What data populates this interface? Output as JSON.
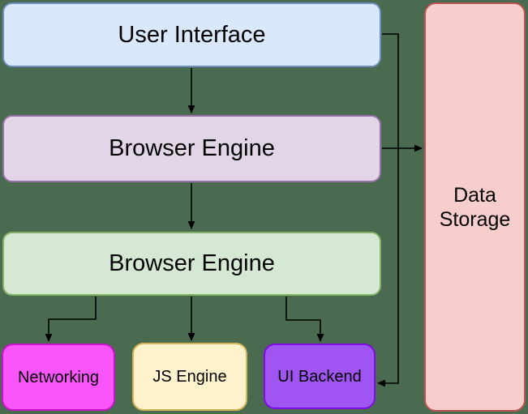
{
  "canvas": {
    "background": "#4a6b50",
    "arrow_color": "#000000",
    "text_color": "#000000"
  },
  "nodes": {
    "user_interface": {
      "label": "User Interface",
      "fill": "#dae8fc",
      "border": "#6c8ebf"
    },
    "browser_engine_top": {
      "label": "Browser Engine",
      "fill": "#e1d5e7",
      "border": "#9673a6"
    },
    "browser_engine_mid": {
      "label": "Browser Engine",
      "fill": "#d5e8d4",
      "border": "#82b366"
    },
    "networking": {
      "label": "Networking",
      "fill": "#fa55fa",
      "border": "#c913c9"
    },
    "js_engine": {
      "label": "JS Engine",
      "fill": "#fff2cc",
      "border": "#d6b656"
    },
    "ui_backend": {
      "label": "UI Backend",
      "fill": "#a055f2",
      "border": "#7d0de6"
    },
    "data_storage": {
      "label": "Data Storage",
      "fill": "#f8cecc",
      "border": "#b85450"
    }
  },
  "edges": [
    {
      "from": "user_interface",
      "to": "browser_engine_top"
    },
    {
      "from": "browser_engine_top",
      "to": "browser_engine_mid"
    },
    {
      "from": "browser_engine_mid",
      "to": "networking"
    },
    {
      "from": "browser_engine_mid",
      "to": "js_engine"
    },
    {
      "from": "browser_engine_mid",
      "to": "ui_backend"
    },
    {
      "from": "browser_engine_top",
      "to": "data_storage"
    },
    {
      "from": "user_interface",
      "to": "ui_backend"
    }
  ]
}
